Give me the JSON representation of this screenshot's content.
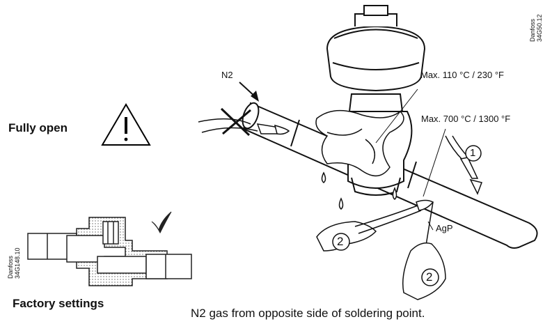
{
  "labels": {
    "fully_open": "Fully open",
    "factory_settings": "Factory settings",
    "n2": "N2",
    "max_110": "Max. 110 °C / 230 °F",
    "max_700": "Max. 700 °C / 1300 °F",
    "agp": "AgP",
    "step_1": "1",
    "step_2a": "2",
    "step_2b": "2",
    "caption": "N2 gas from opposite side of soldering point."
  },
  "codes": {
    "top_right": [
      "Danfoss",
      "34G50.12"
    ],
    "bottom_left": [
      "Danfoss",
      "34G148.10"
    ]
  }
}
